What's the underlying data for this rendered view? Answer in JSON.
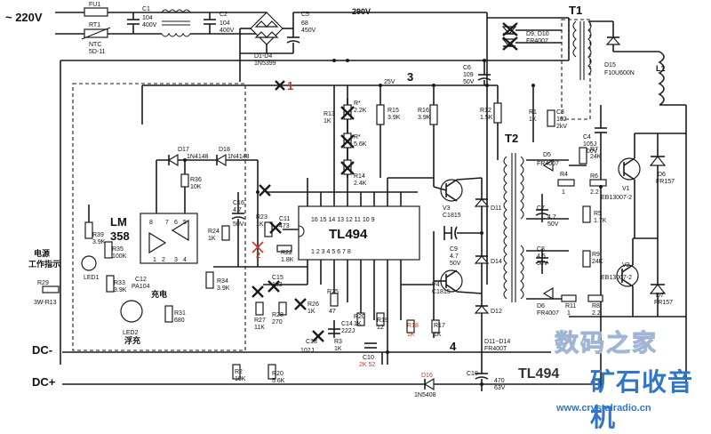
{
  "labels": {
    "ac_in": "~ 220V",
    "fu1": "FU1",
    "rt1": "RT1",
    "rt1_val": "NTC",
    "rt1_val2": "5D-11",
    "c1": "C1",
    "c1_v1": "104",
    "c1_v2": "400V",
    "c2": "C2",
    "c2_v1": "104",
    "c2_v2": "400V",
    "bridge": "D1-D4",
    "bridge_val": "1N5399",
    "c5": "C5",
    "c5_v1": "68",
    "c5_v2": "450V",
    "v290": "290V",
    "t1": "T1",
    "d9d10": "D9, D10",
    "d9d10_val": "FR4007",
    "d15": "D15",
    "d15_val": "F10U600N",
    "l1": "L1",
    "c6": "C6",
    "c6_v1": "109",
    "c6_v2": "50V",
    "v25": "25V",
    "num1": "1",
    "num3": "3",
    "num4": "4",
    "r15": "R15",
    "r15_v": "3.9K",
    "r16": "R16",
    "r16_v": "3.9K",
    "r12": "R12",
    "r12_v": "1.5K",
    "r1": "R1",
    "r1_v": "1K",
    "c3": "C3",
    "c3_v": "102",
    "c3_v2": "2kV",
    "c4": "C4",
    "c4_v": "105J",
    "c4_v2": "400V",
    "r7": "R7",
    "r7_v": "24K",
    "t2": "T2",
    "d5": "D5",
    "d5_v": "FR4007",
    "r4": "R4",
    "r4_v": "1",
    "r6": "R6",
    "r6_v": "2.2",
    "d6": "D6",
    "d6_v": "FR157",
    "v1": "V1",
    "v1_v": "EB13007-2",
    "c7": "C7",
    "c7_v": "4.7",
    "c7_v2": "50V",
    "r5": "R5",
    "r5_v": "1.7K",
    "c8": "C8",
    "c8_v": "4.5",
    "c8_v2": "50V",
    "r9": "R9",
    "r9_v": "24K",
    "v2": "V2",
    "v2_v": "EB13007-2",
    "d7": "D7",
    "d7_v": "FR157",
    "d6b": "D6",
    "d6b_v": "FR4007",
    "r11": "R11",
    "r11_v": "1",
    "r8": "R8",
    "r8_v": "2.2",
    "d11": "D11",
    "d14": "D14",
    "d12": "D12",
    "d11_14": "D11~D14",
    "d11_14v": "FR400T",
    "c10b": "C10",
    "c10b_v": "470",
    "c10b_v2": "63V",
    "d16": "D16",
    "d16_v": "1N5408",
    "v3": "V3",
    "v3_v": "C1815",
    "v4": "V4",
    "v4_v": "C1815",
    "c9": "C9",
    "c9_v": "4.7",
    "c9_v2": "50V",
    "tl494": "TL494",
    "tl494_bottom": "TL494",
    "pins_top": "16 15 14 13 12 11 10  9",
    "pins_bot": "1  2  3  4  5  6  7  8",
    "r13": "R13",
    "r13_v": "1K",
    "r_star1": "R*",
    "r_star1_v": "2.2K",
    "r_star2": "R*",
    "r_star2_v": "5.6K",
    "r14": "R14",
    "r14_v": "2.4K",
    "d17": "D17",
    "d17_v": "1N4148",
    "d18": "D18",
    "d18_v": "1N4148",
    "r36": "R36",
    "r36_v": "10K",
    "lm358": "LM",
    "lm358b": "358",
    "r39": "R39",
    "r39_v": "3.9K",
    "r35": "R35",
    "r35_v": "100K",
    "c16": "C16",
    "c16_v": "4.7",
    "c16_v2": "50V",
    "r24": "R24",
    "r24_v": "1K",
    "r23": "R23",
    "r23_v": "1K",
    "c11": "C11",
    "c11_v": "473",
    "r22": "R22",
    "r22_v": "1.8K",
    "c12": "C12",
    "c12_v": "PA104",
    "r33": "R33",
    "r33_v": "3.9K",
    "r34": "R34",
    "r34_v": "3.9K",
    "r31": "R31",
    "r31_v": "680",
    "charge": "充电",
    "float": "浮充",
    "led1": "LED1",
    "led2": "LED2",
    "power_ind": "电源",
    "power_ind2": "工作指示",
    "r29": "R29",
    "r29_v": "3W-R13",
    "c15": "C15",
    "c15_v": "103",
    "r27": "R27",
    "r27_v": "11K",
    "r28": "R28",
    "r28_v": "270",
    "r26": "R26",
    "r26_v": "1K",
    "r25": "R25",
    "r25_v": "47",
    "c14": "C14",
    "c14_v": "222J",
    "r3": "R3",
    "r3_v": "1K",
    "c13": "C13",
    "c13_v": "102J",
    "r20": "R20",
    "r20_v": "1K",
    "r19": "R19",
    "r19_v": "12",
    "c10": "C10",
    "c10_v": "2K 52",
    "r18": "R18",
    "r18_v": "1K",
    "r17": "R17",
    "r17_v": "1K",
    "r2": "R2",
    "r2_v": "10K",
    "r20b": "R20",
    "r20b_v": "5.6K",
    "dc_minus": "DC-",
    "dc_plus": "DC+"
  },
  "watermark": {
    "line1": "数码之家",
    "line2": "矿石收音机",
    "url": "www.crystalradio.cn"
  },
  "colors": {
    "ink": "#1a1a1a",
    "mark_red": "#c0392b",
    "brand_blue": "#2f76c9"
  }
}
